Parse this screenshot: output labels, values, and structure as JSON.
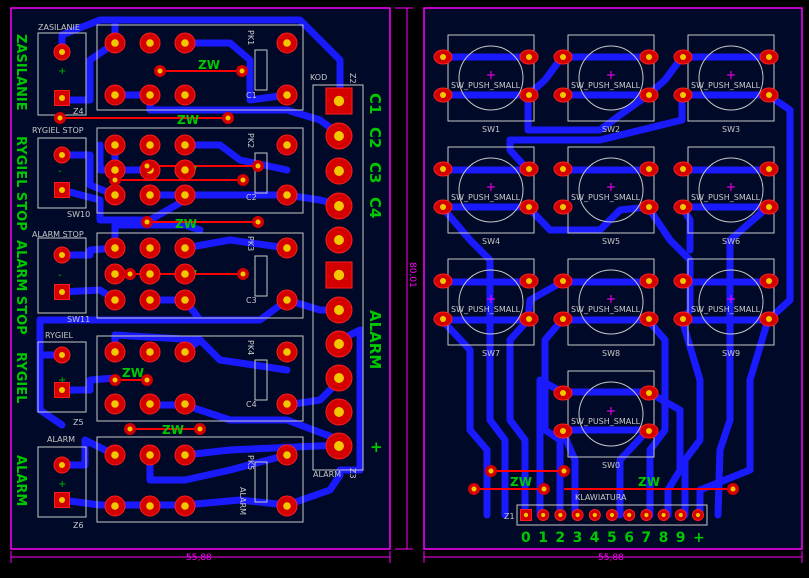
{
  "colors": {
    "background": "#000000",
    "board_fill": "#000a28",
    "outline": "#ff00ff",
    "bottom_copper": "#1a1aff",
    "top_copper": "#ff0000",
    "pad": "#d40000",
    "silk": "#c8c8c8",
    "copper_text": "#00c800",
    "fab": "#00b400"
  },
  "left_board": {
    "connectors": [
      {
        "name": "ZASILANIE",
        "ref": "Z4"
      },
      {
        "name": "RYGIEL STOP",
        "ref": "SW10"
      },
      {
        "name": "ALARM STOP",
        "ref": "SW11"
      },
      {
        "name": "RYGIEL",
        "ref": "Z5"
      },
      {
        "name": "ALARM",
        "ref": "Z6"
      }
    ],
    "side_labels": [
      "ZASILANIE",
      "RYGIEL STOP",
      "ALARM STOP",
      "RYGIEL",
      "ALARM"
    ],
    "relays": [
      {
        "ref": "PK1",
        "cap": "C1"
      },
      {
        "ref": "PK2",
        "cap": "C2"
      },
      {
        "ref": "PK3",
        "cap": "C3"
      },
      {
        "ref": "PK4",
        "cap": "C4"
      },
      {
        "ref": "PK5",
        "cap": "ALARM"
      }
    ],
    "jumper_label": "ZW",
    "header_top_label": "KOD",
    "header_top_ref": "Z2",
    "header_bottom_label": "ALARM",
    "header_bottom_ref": "Z3",
    "copper_labels": [
      "C1",
      "C2",
      "C3",
      "C4",
      "ALARM",
      "+"
    ],
    "plus_marks": [
      "+",
      "+",
      "+"
    ],
    "minus_marks": [
      "-",
      "-",
      "-"
    ],
    "width_dim": "55,88",
    "height_dim": "80,01"
  },
  "right_board": {
    "switches": [
      {
        "value": "SW_PUSH_SMALL",
        "ref": "SW1"
      },
      {
        "value": "SW_PUSH_SMALL",
        "ref": "SW2"
      },
      {
        "value": "SW_PUSH_SMALL",
        "ref": "SW3"
      },
      {
        "value": "SW_PUSH_SMALL",
        "ref": "SW4"
      },
      {
        "value": "SW_PUSH_SMALL",
        "ref": "SW5"
      },
      {
        "value": "SW_PUSH_SMALL",
        "ref": "SW6"
      },
      {
        "value": "SW_PUSH_SMALL",
        "ref": "SW7"
      },
      {
        "value": "SW_PUSH_SMALL",
        "ref": "SW8"
      },
      {
        "value": "SW_PUSH_SMALL",
        "ref": "SW9"
      },
      {
        "value": "SW_PUSH_SMALL",
        "ref": "SW0"
      }
    ],
    "header_label": "KLAWIATURA",
    "header_ref": "Z1",
    "pin_labels": [
      "0",
      "1",
      "2",
      "3",
      "4",
      "5",
      "6",
      "7",
      "8",
      "9",
      "+"
    ],
    "jumper_label": "ZW",
    "width_dim": "55,88"
  }
}
